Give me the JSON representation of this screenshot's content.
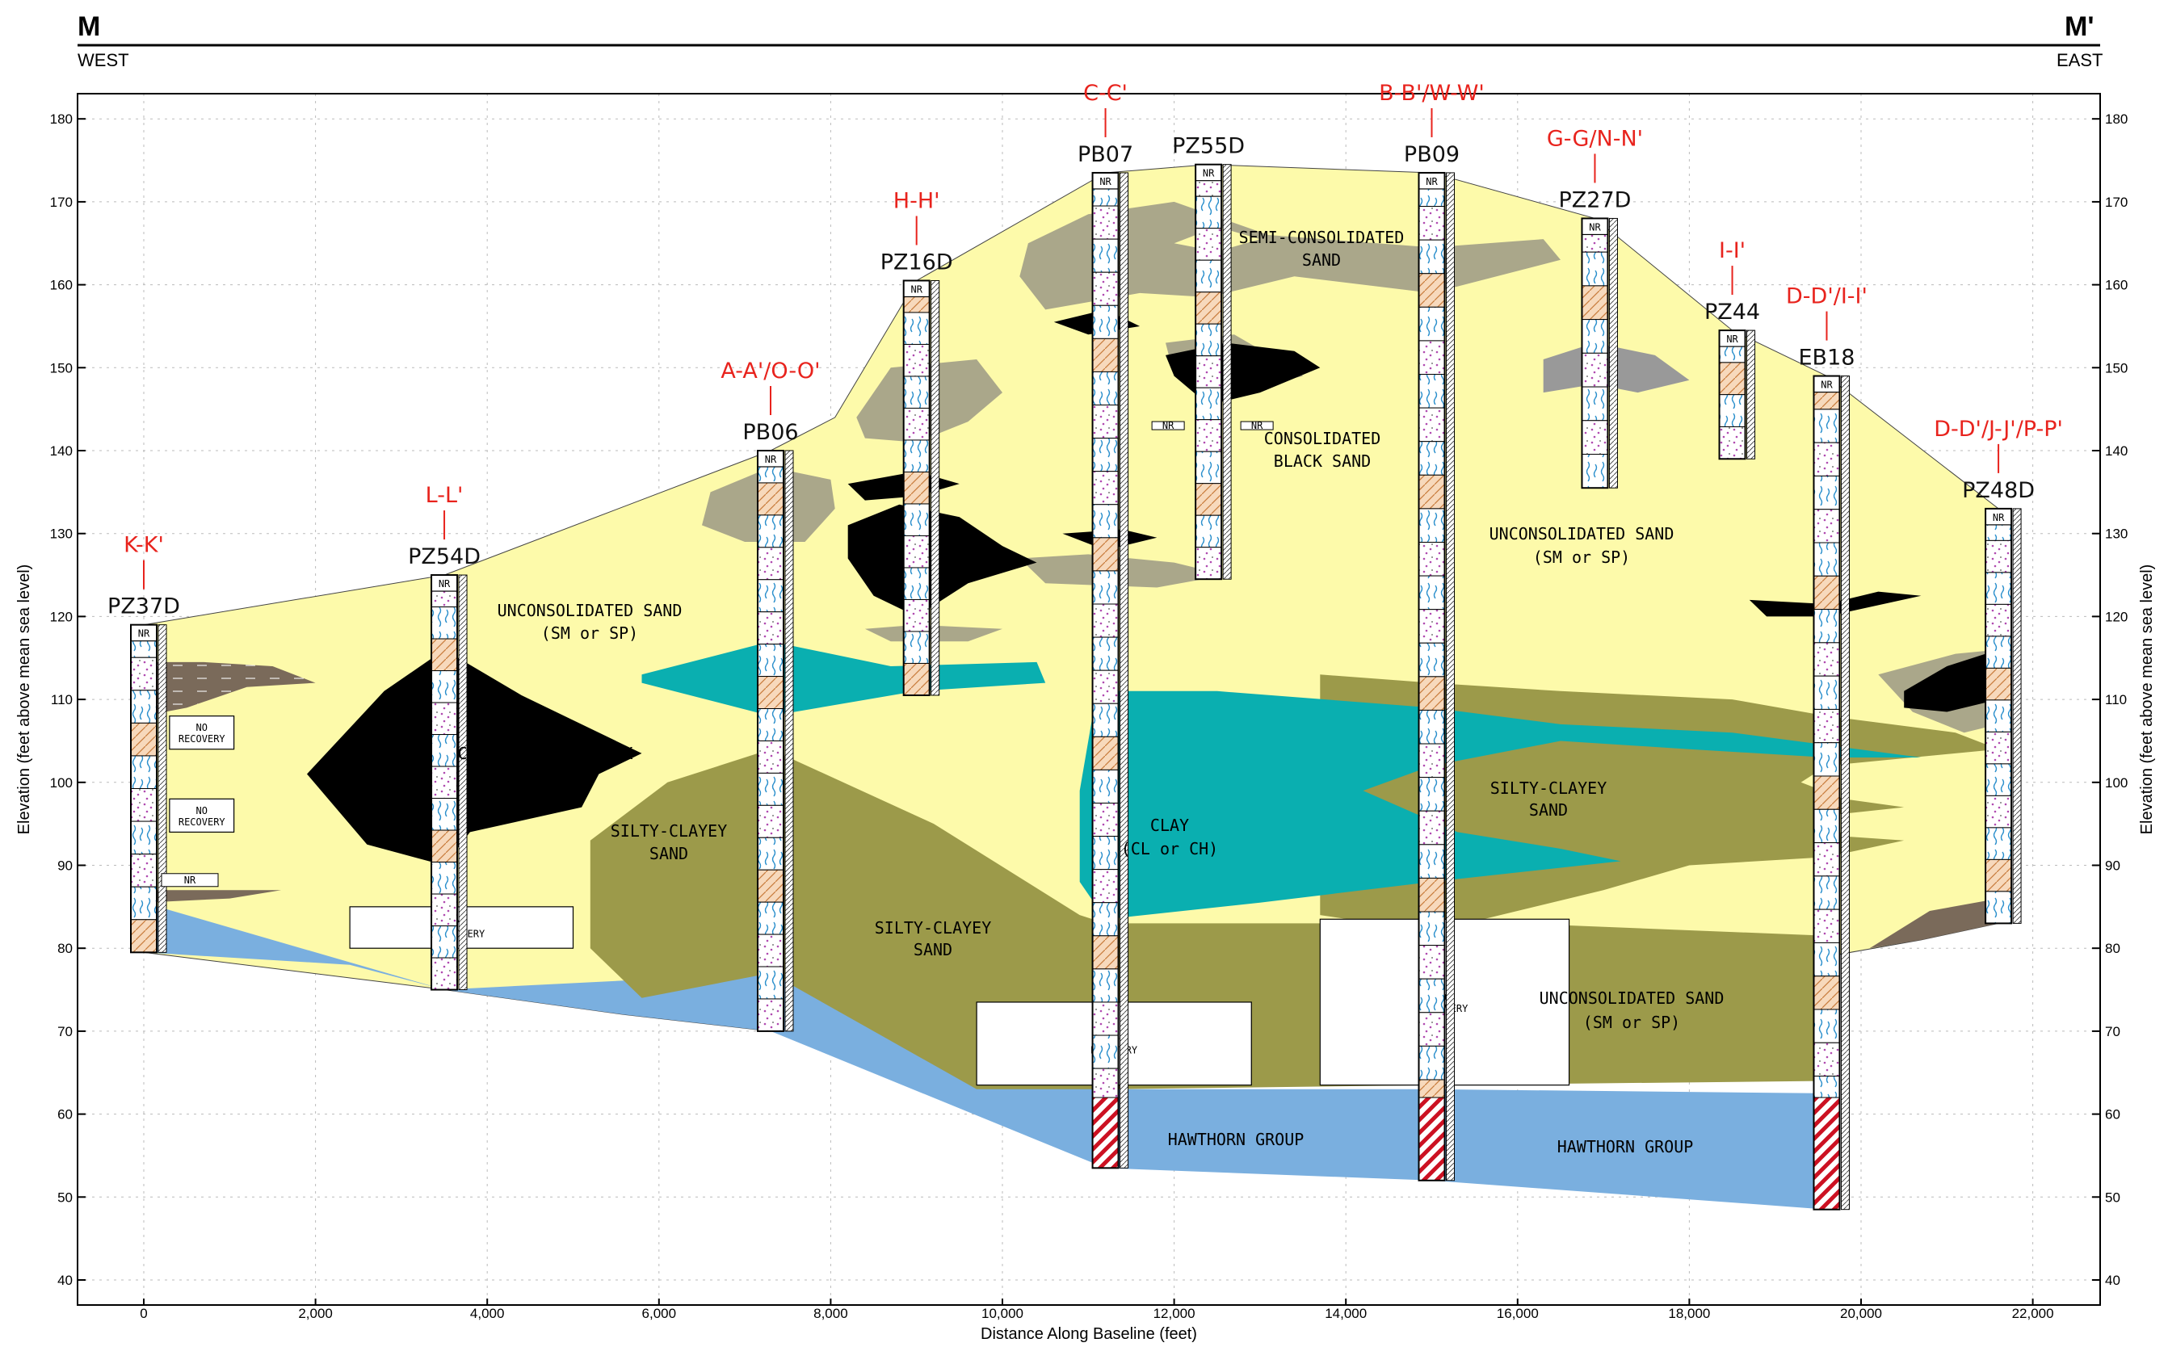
{
  "header": {
    "left_label": "M",
    "right_label": "M'",
    "left_direction": "WEST",
    "right_direction": "EAST"
  },
  "axes": {
    "xlabel": "Distance Along Baseline (feet)",
    "ylabel": "Elevation (feet above mean sea level)",
    "x_ticks": [
      "0",
      "2,000",
      "4,000",
      "6,000",
      "8,000",
      "10,000",
      "12,000",
      "14,000",
      "16,000",
      "18,000",
      "20,000",
      "22,000"
    ],
    "y_ticks": [
      "40",
      "50",
      "60",
      "70",
      "80",
      "90",
      "100",
      "110",
      "120",
      "130",
      "140",
      "150",
      "160",
      "170",
      "180"
    ]
  },
  "boreholes": [
    {
      "name": "PZ37D",
      "x": 0,
      "top": 119,
      "bottom": 79.5,
      "section": "K-K'"
    },
    {
      "name": "PZ54D",
      "x": 3500,
      "top": 125,
      "bottom": 75,
      "section": "L-L'"
    },
    {
      "name": "PB06",
      "x": 7300,
      "top": 140,
      "bottom": 70,
      "section": "A-A'/O-O'"
    },
    {
      "name": "PZ16D",
      "x": 9000,
      "top": 160.5,
      "bottom": 110.5,
      "section": "H-H'"
    },
    {
      "name": "PB07",
      "x": 11200,
      "top": 173.5,
      "bottom": 53.5,
      "section": "C-C'"
    },
    {
      "name": "PZ55D",
      "x": 12400,
      "top": 174.5,
      "bottom": 124.5,
      "section": ""
    },
    {
      "name": "PB09",
      "x": 15000,
      "top": 173.5,
      "bottom": 52,
      "section": "B-B'/W-W'"
    },
    {
      "name": "PZ27D",
      "x": 16900,
      "top": 168,
      "bottom": 135.5,
      "section": "G-G/N-N'"
    },
    {
      "name": "PZ44",
      "x": 18500,
      "top": 154.5,
      "bottom": 139,
      "section": "I-I'"
    },
    {
      "name": "EB18",
      "x": 19600,
      "top": 149,
      "bottom": 48.5,
      "section": "D-D'/I-I'"
    },
    {
      "name": "PZ48D",
      "x": 21600,
      "top": 133,
      "bottom": 83,
      "section": "D-D'/J-J'/P-P'"
    }
  ],
  "units": {
    "unconsolidated_sand": "UNCONSOLIDATED SAND",
    "sand_class": "(SM or SP)",
    "consolidated_black_sand_1": "CONSOLIDATED BLACK",
    "consolidated_black_sand_2": "SAND",
    "silty_clayey": "SILTY-CLAYEY",
    "sand": "SAND",
    "clay": "CLAY",
    "clay_class": "(CL or CH)",
    "semi_consolidated": "SEMI-CONSOLIDATED",
    "consolidated_1": "CONSOLIDATED",
    "consolidated_2": "BLACK SAND",
    "hawthorn": "HAWTHORN GROUP",
    "no": "NO",
    "recovery": "RECOVERY",
    "nr": "NR"
  },
  "colors": {
    "unconsolidated_sand": "#fdfaaa",
    "silty_clayey_sand": "#9c9a4a",
    "semi_consolidated_sand": "#aaa78a",
    "clay": "#0aafb0",
    "black_sand": "#000000",
    "hawthorn_group": "#7aafdf",
    "brown_unit": "#7a6a5a",
    "grey_unit": "#999999",
    "section_label": "#e8231d"
  }
}
